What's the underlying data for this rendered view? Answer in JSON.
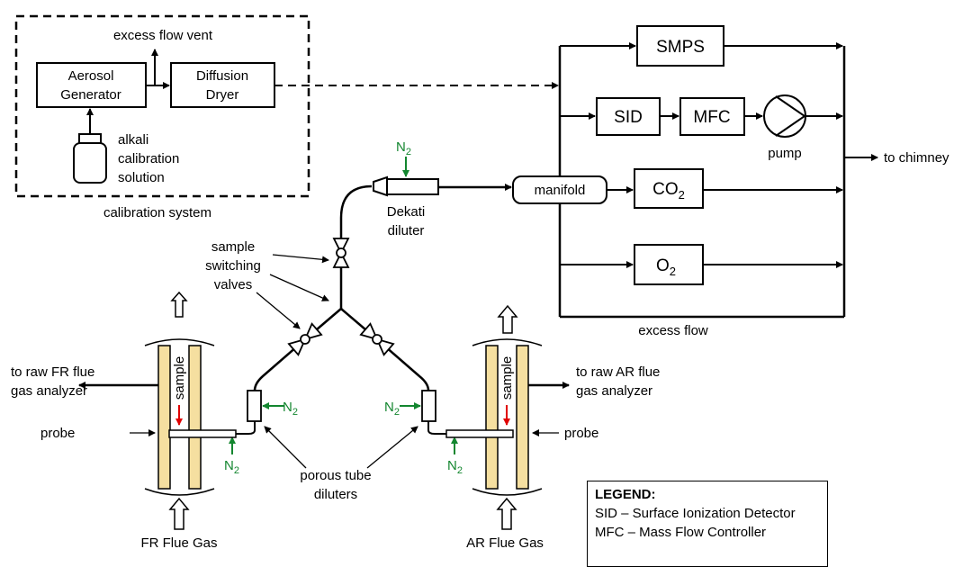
{
  "calibration": {
    "excess_vent": "excess flow vent",
    "aerosol_gen": [
      "Aerosol",
      "Generator"
    ],
    "dryer": [
      "Diffusion",
      "Dryer"
    ],
    "solution": [
      "alkali",
      "calibration",
      "solution"
    ],
    "system_label": "calibration system"
  },
  "instruments": {
    "smps": "SMPS",
    "sid": "SID",
    "mfc": "MFC",
    "pump": "pump",
    "manifold": "manifold",
    "co2_base": "CO",
    "co2_sub": "2",
    "o2_base": "O",
    "o2_sub": "2",
    "to_chimney": "to chimney",
    "excess_flow": "excess flow"
  },
  "dilution": {
    "n2_base": "N",
    "n2_sub": "2",
    "dekati": [
      "Dekati",
      "diluter"
    ],
    "valves_label": [
      "sample",
      "switching",
      "valves"
    ],
    "porous_label": [
      "porous tube",
      "diluters"
    ]
  },
  "reactors": {
    "sample": "sample",
    "probe": "probe",
    "fr_analyzer": [
      "to raw FR flue",
      "gas analyzer"
    ],
    "ar_analyzer": [
      "to raw AR flue",
      "gas analyzer"
    ],
    "fr_gas": "FR Flue Gas",
    "ar_gas": "AR Flue Gas"
  },
  "colors": {
    "green": "#13862f",
    "red": "#e00000",
    "wall": "#f5dfa0"
  },
  "legend": {
    "title": "LEGEND:",
    "items": [
      "SID – Surface Ionization Detector",
      "MFC – Mass Flow Controller"
    ]
  }
}
